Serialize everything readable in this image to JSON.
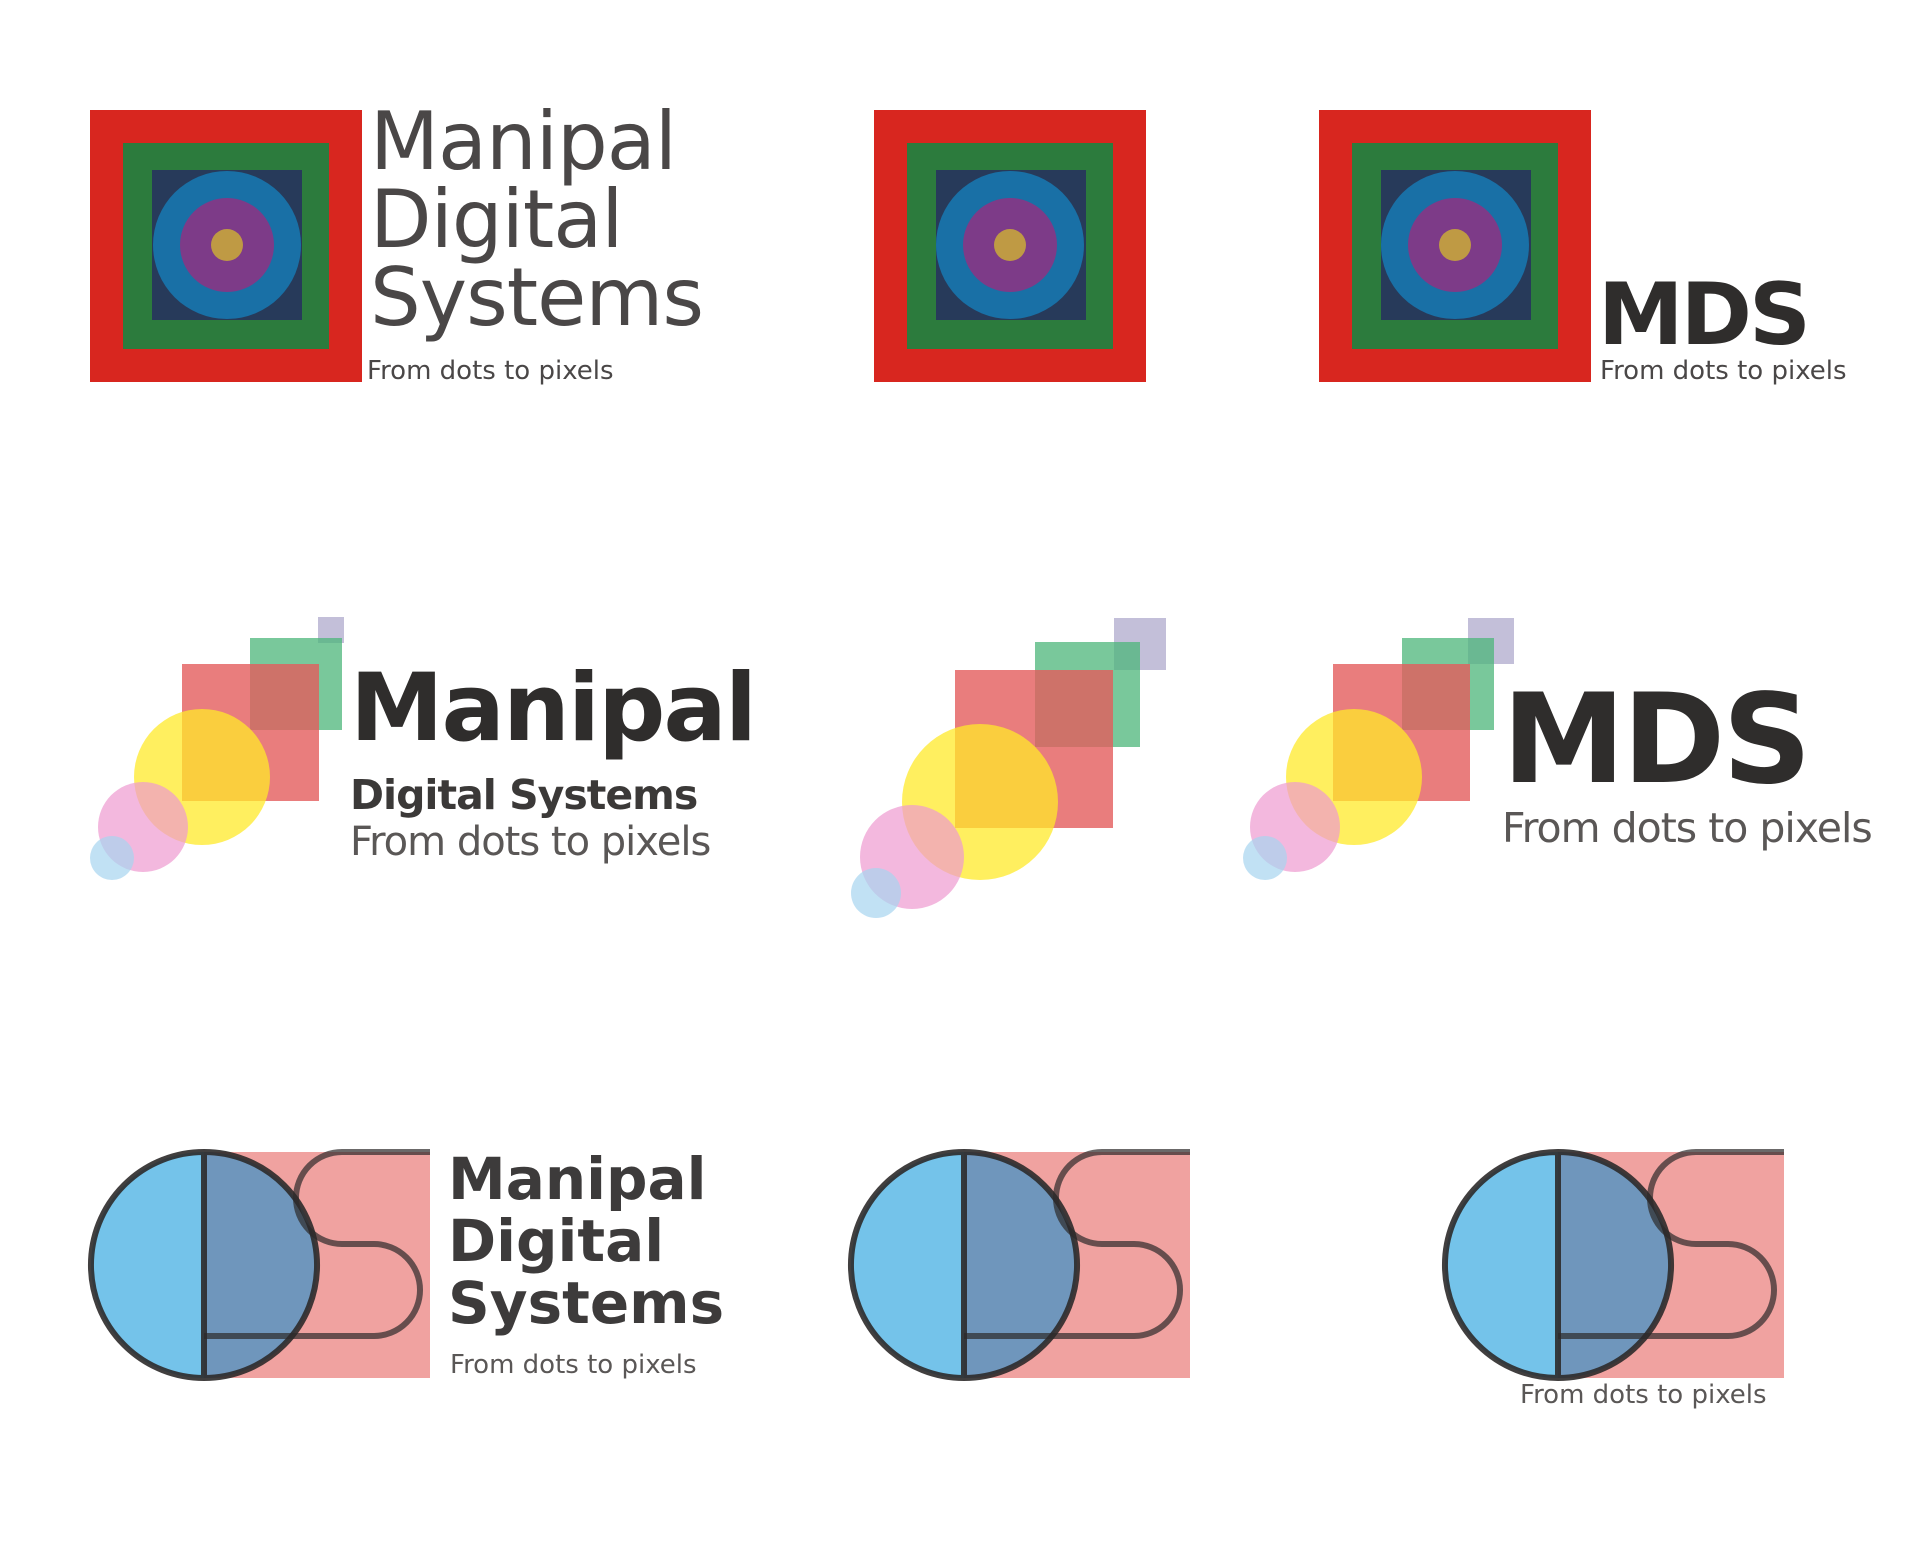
{
  "brand": {
    "line1": "Manipal",
    "line2": "Digital",
    "line3": "Systems",
    "line2_3": "Digital Systems",
    "abbreviation": "MDS",
    "tagline": "From dots to pixels"
  },
  "colors": {
    "frame_red": "#d8261f",
    "frame_green": "#2c7b3d",
    "square_navy": "#273a5a",
    "ring_blue": "#1970a6",
    "ring_purple": "#7d3b88",
    "dot_gold": "#bf9a44",
    "block_red": "#e45c5c",
    "block_green": "#4cb67a",
    "block_lavender": "#a9a4c9",
    "circle_yellow": "#ffea2a",
    "circle_pink": "#ee9ad0",
    "circle_lightblue": "#a6d4f0",
    "half_light": "#74c3ea",
    "half_dark": "#6f96bc",
    "panel_pink": "#f0a2a0",
    "stroke_dark": "#2c2a2a",
    "text_dark": "#3d3b3b"
  }
}
